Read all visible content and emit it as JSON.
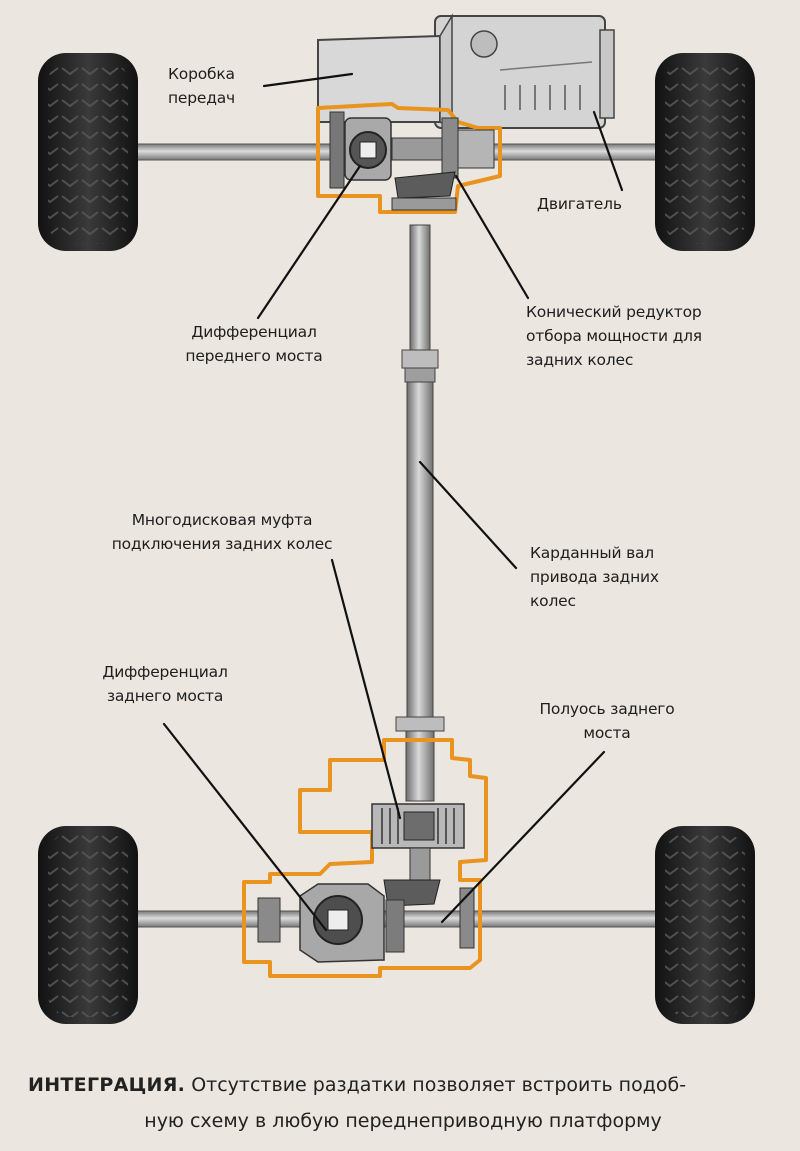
{
  "labels": {
    "gearbox": "Коробка\nпередач",
    "engine": "Двигатель",
    "front_diff": "Дифференциал\nпереднего моста",
    "bevel_gear": "Конический редуктор\nотбора мощности для\nзадних колес",
    "clutch": "Многодисковая муфта\nподключения задних колес",
    "driveshaft": "Карданный вал\nпривода задних\nколес",
    "rear_diff": "Дифференциал\nзаднего моста",
    "half_shaft": "Полуось заднего\nмоста"
  },
  "caption": {
    "title": "ИНТЕГРАЦИЯ.",
    "line1": " Отсутствие раздатки позволяет встроить подоб-",
    "line2": "ную схему в любую переднеприводную платформу"
  },
  "colors": {
    "background": "#ebe6df",
    "accent_outline": "#e8941e",
    "metal": "#8c8c8c",
    "tire": "#1c1c1c"
  }
}
